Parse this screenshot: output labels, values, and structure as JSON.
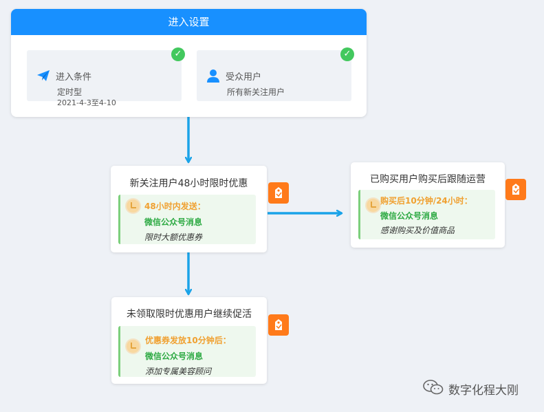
{
  "entry": {
    "title": "进入设置",
    "condition": {
      "title": "进入条件",
      "type": "定时型",
      "date_range": "2021-4-3至4-10"
    },
    "audience": {
      "title": "受众用户",
      "value": "所有新关注用户"
    }
  },
  "nodes": [
    {
      "title": "新关注用户48小时限时优惠",
      "time": "48小时内发送：",
      "channel": "微信公众号消息",
      "desc": "限时大额优惠券"
    },
    {
      "title": "已购买用户购买后跟随运营",
      "time": "购买后10分钟/24小时：",
      "channel": "微信公众号消息",
      "desc": "感谢购买及价值商品"
    },
    {
      "title": "未领取限时优惠用户继续促活",
      "time": "优惠券发放10分钟后：",
      "channel": "微信公众号消息",
      "desc": "添加专属美容顾问"
    }
  ],
  "watermark": "数字化程大刚",
  "colors": {
    "accent": "#1890ff",
    "arrow": "#1aa3e8",
    "check": "#43c85e",
    "tag": "#ff7a1a",
    "time_text": "#f0a030",
    "channel_text": "#2eaa44"
  },
  "icons": {
    "condition": "paper-plane-icon",
    "audience": "user-icon",
    "check": "check-circle-icon",
    "tag": "tag-icon",
    "clock": "clock-icon",
    "wechat": "wechat-icon"
  }
}
